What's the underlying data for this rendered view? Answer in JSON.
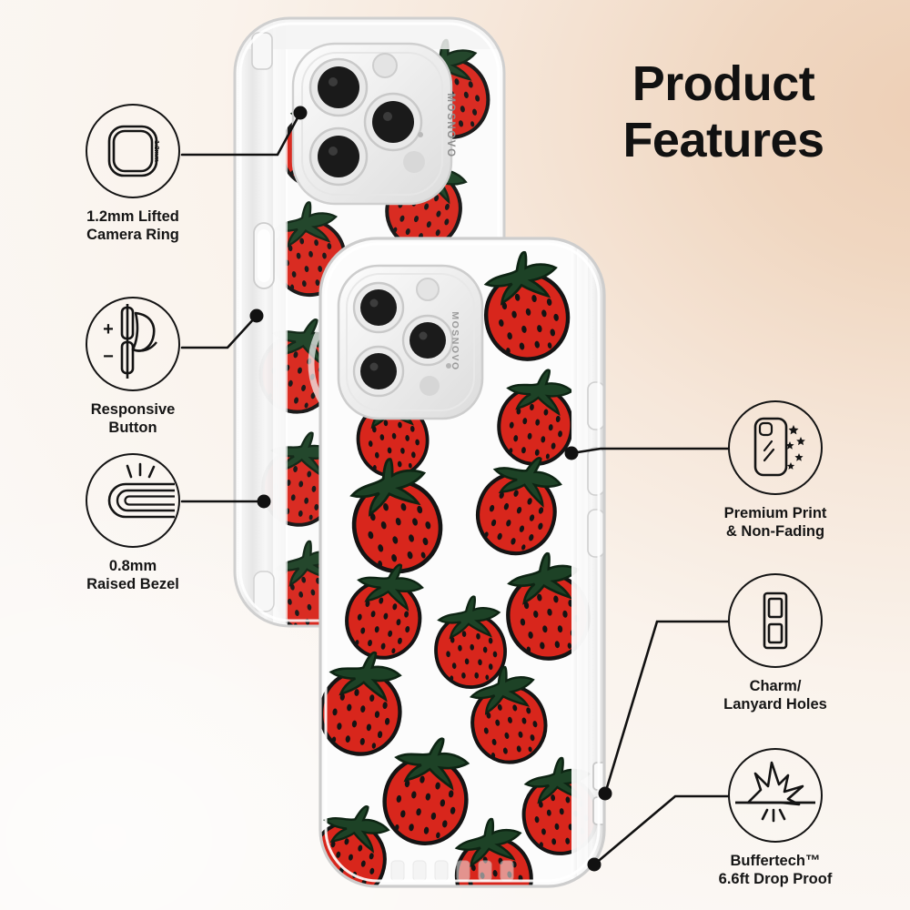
{
  "headline": {
    "line1": "Product",
    "line2": "Features"
  },
  "brand": {
    "name": "MOSNOVO"
  },
  "product": {
    "type": "clear phone case",
    "pattern": "strawberry",
    "colors": {
      "strawberry_red": "#d8261c",
      "strawberry_leaf_green": "#1d4226",
      "seed_black": "#141414",
      "outline_black": "#111111",
      "case_clear": "#f4f4f4",
      "background_warm": "#edcfb6",
      "background_light": "#fbf8f5",
      "text": "#151515"
    }
  },
  "features": {
    "left": [
      {
        "id": "camera-ring",
        "icon": "camera-ring-icon",
        "label": "1.2mm Lifted\nCamera Ring",
        "value": "1.2mm"
      },
      {
        "id": "responsive-button",
        "icon": "volume-button-icon",
        "label": "Responsive\nButton"
      },
      {
        "id": "raised-bezel",
        "icon": "raised-bezel-icon",
        "label": "0.8mm\nRaised Bezel",
        "value": "0.8mm"
      }
    ],
    "right": [
      {
        "id": "premium-print",
        "icon": "sparkle-case-icon",
        "label": "Premium Print\n& Non-Fading"
      },
      {
        "id": "lanyard-holes",
        "icon": "lanyard-holes-icon",
        "label": "Charm/\nLanyard Holes"
      },
      {
        "id": "drop-proof",
        "icon": "impact-burst-icon",
        "label": "Buffertech™\n6.6ft Drop Proof",
        "value": "6.6ft"
      }
    ]
  },
  "icon_text": {
    "camera_ring": "1.2mm",
    "button_plus": "+",
    "button_minus": "−"
  }
}
